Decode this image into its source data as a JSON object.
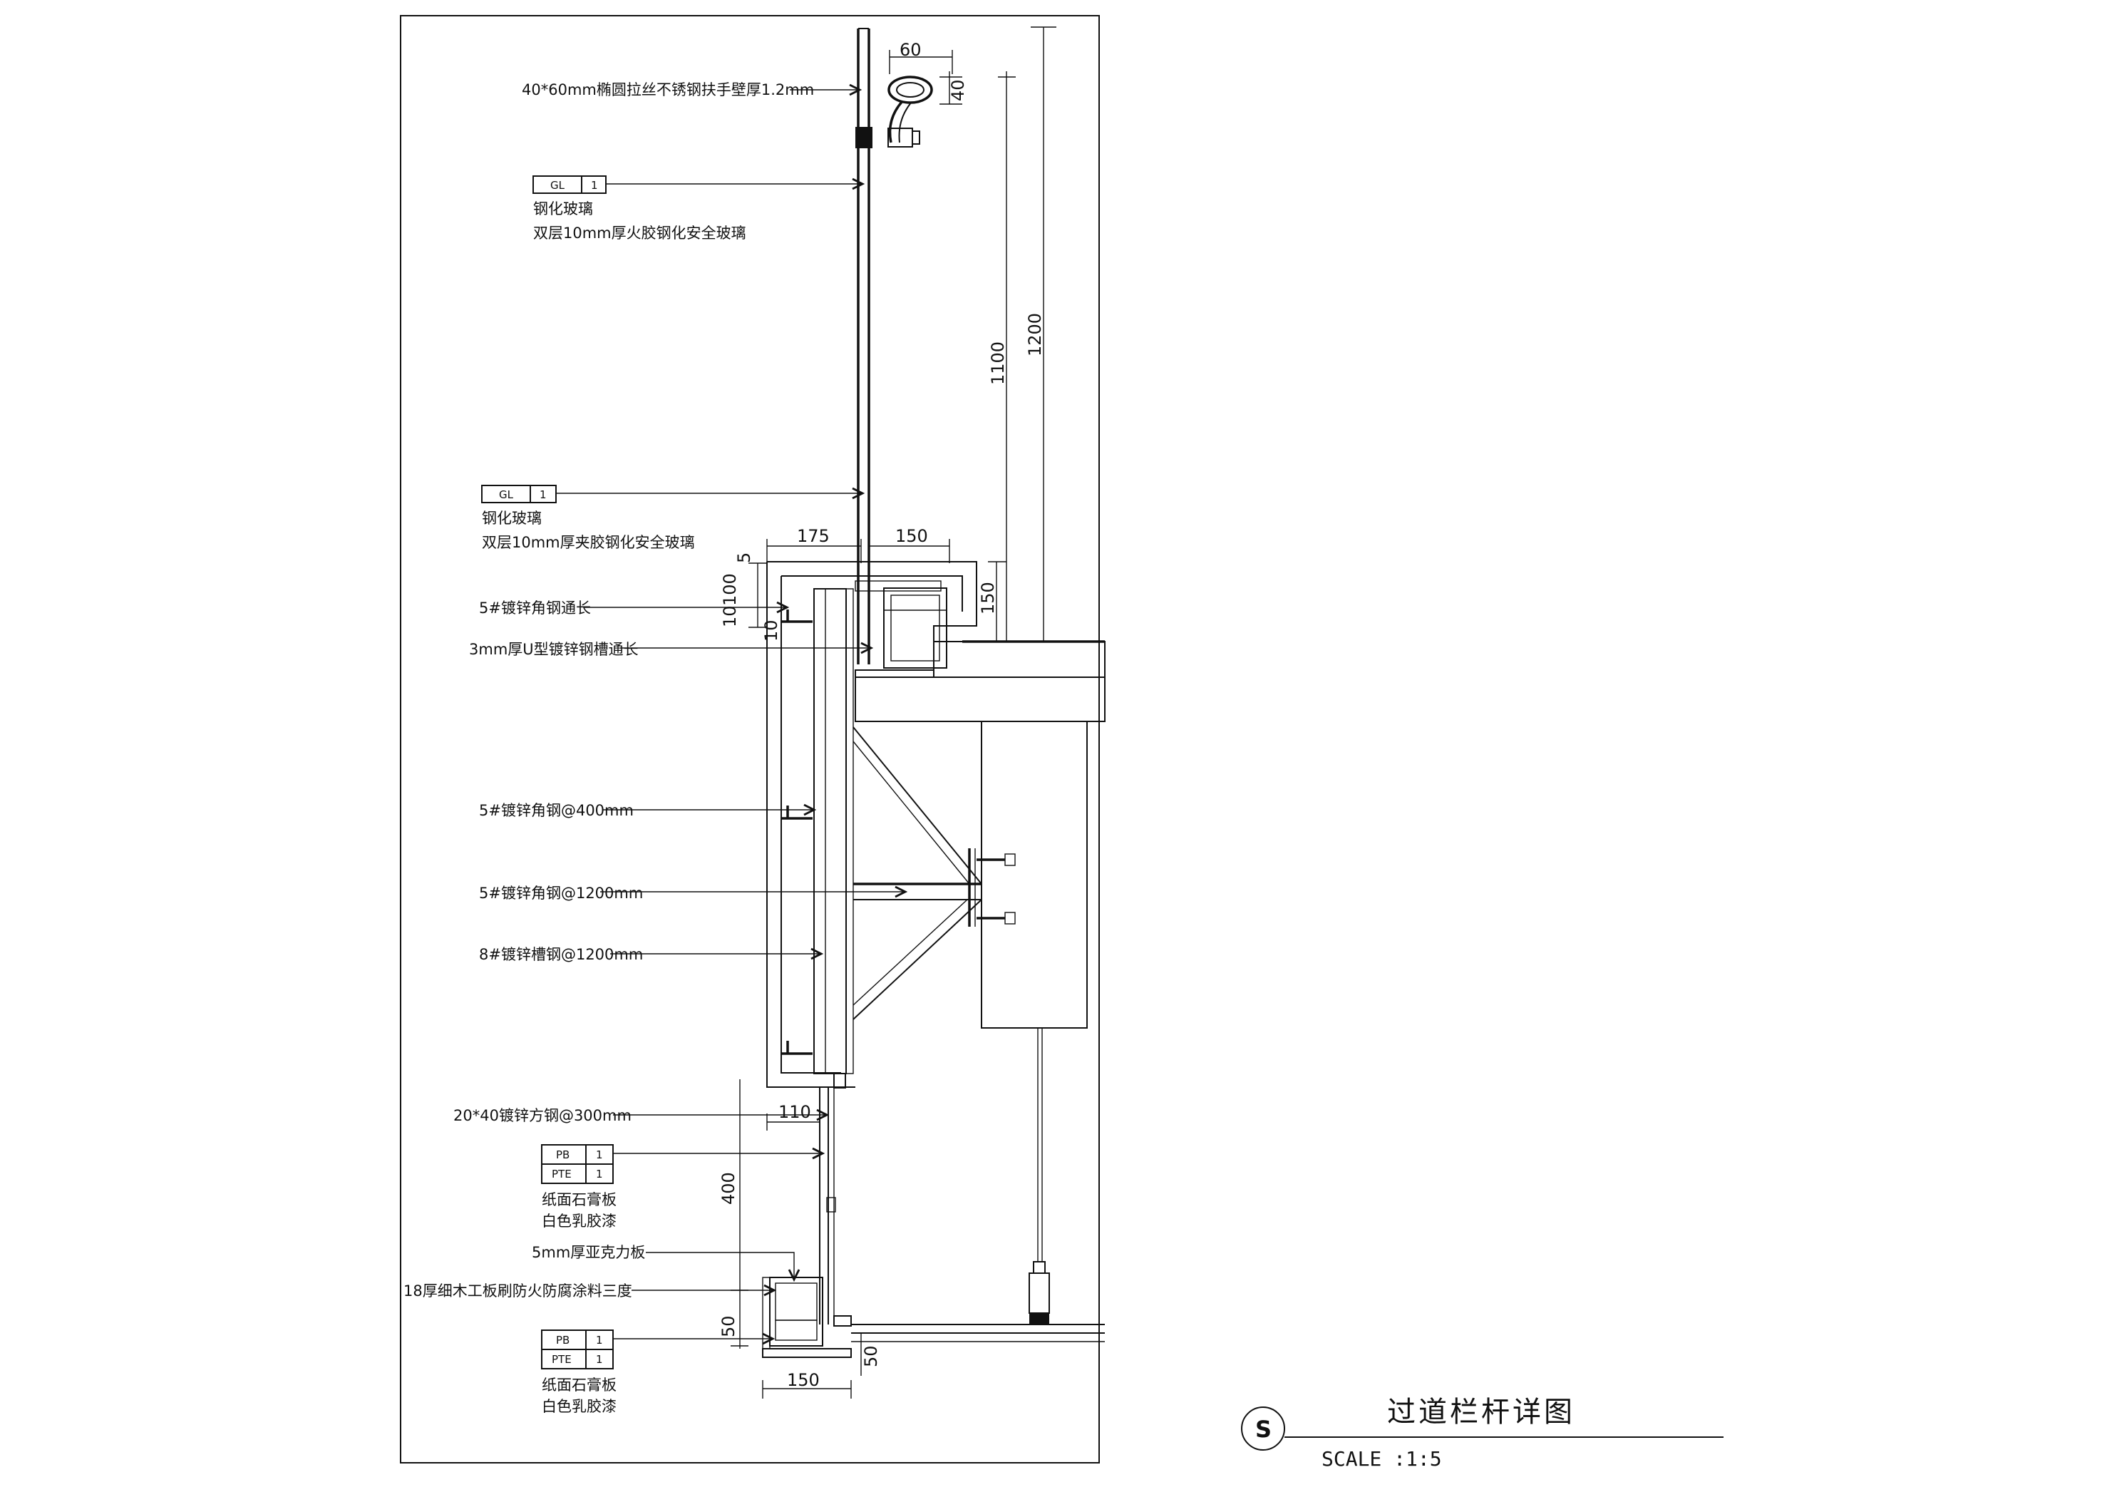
{
  "title_block": {
    "symbol": "S",
    "title": "过道栏杆详图",
    "scale": "SCALE :1:5"
  },
  "annotations": {
    "handrail": "40*60mm椭圆拉丝不锈钢扶手壁厚1.2mm",
    "glass_1_line1": "钢化玻璃",
    "glass_1_line2": "双层10mm厚火胶钢化安全玻璃",
    "glass_2_line1": "钢化玻璃",
    "glass_2_line2": "双层10mm厚夹胶钢化安全玻璃",
    "angle_through": "5#镀锌角钢通长",
    "u_channel": "3mm厚U型镀锌钢槽通长",
    "angle_400": "5#镀锌角钢@400mm",
    "angle_1200": "5#镀锌角钢@1200mm",
    "channel_1200": "8#镀锌槽钢@1200mm",
    "square_tube": "20*40镀锌方钢@300mm",
    "gypsum_1_line1": "纸面石膏板",
    "gypsum_1_line2": "白色乳胶漆",
    "acrylic": "5mm厚亚克力板",
    "plywood": "18厚细木工板刷防火防腐涂料三度",
    "gypsum_2_line1": "纸面石膏板",
    "gypsum_2_line2": "白色乳胶漆"
  },
  "tags": {
    "gl_a": [
      "GL",
      "1"
    ],
    "gl_b": [
      "GL",
      "1"
    ],
    "pb_a": [
      "PB",
      "1"
    ],
    "pte_a": [
      "PTE",
      "1"
    ],
    "pb_b": [
      "PB",
      "1"
    ],
    "pte_b": [
      "PTE",
      "1"
    ]
  },
  "dimensions": {
    "handrail_width": "60",
    "handrail_height": "40",
    "rail_height_1100": "1100",
    "rail_height_1200": "1200",
    "left_projection": "175",
    "right_width": "150",
    "upper_150": "150",
    "small_5": "5",
    "small_100": "100",
    "small_10": "10",
    "small_10b": "10",
    "soffit_110": "110",
    "soffit_400": "400",
    "bottom_50": "50",
    "bottom_150": "150",
    "floor_50": "50"
  }
}
